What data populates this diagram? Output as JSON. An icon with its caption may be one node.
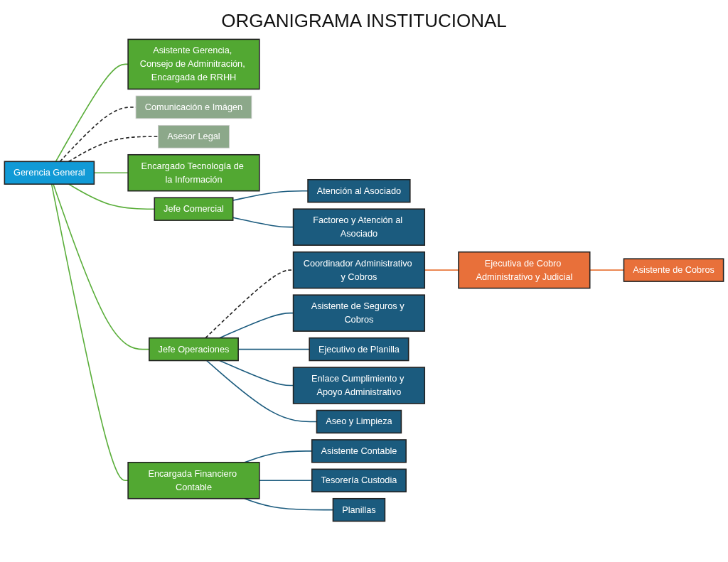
{
  "diagram": {
    "title": "ORGANIGRAMA INSTITUCIONAL",
    "nodes": [
      {
        "text": [
          "Gerencia General"
        ]
      },
      {
        "text": [
          "Asistente Gerencia, Consejo de Adminitración, Encargada de RRHH"
        ]
      },
      {
        "text": [
          "Comunicación e Imágen"
        ]
      },
      {
        "text": [
          "Asesor Legal"
        ]
      },
      {
        "text": [
          "Jefe Comercial"
        ]
      },
      {
        "text": [
          "Jefe Operaciones"
        ]
      },
      {
        "text": [
          "Encargada Financiero Contable"
        ]
      },
      {
        "text": [
          "Encargado Tecnología de la Información"
        ]
      },
      {
        "text": [
          "Atención al Asociado"
        ]
      },
      {
        "text": [
          "Factoreo y Atención al Asociado"
        ]
      },
      {
        "text": [
          "Coordinador Administrativo y Cobros"
        ]
      },
      {
        "text": [
          "Ejecutiva de Cobro Administrativo y Judicial"
        ]
      },
      {
        "text": [
          "Asistente de Cobros"
        ]
      },
      {
        "text": [
          "Asistente de Seguros y Cobros"
        ]
      },
      {
        "text": [
          "Ejecutivo de Planilla"
        ]
      },
      {
        "text": [
          "Enlace Cumplimiento y Apoyo Administrativo"
        ]
      },
      {
        "text": [
          "Aseo y Limpieza"
        ]
      },
      {
        "text": [
          "Asistente Contable"
        ]
      },
      {
        "text": [
          "Tesorería Custodia"
        ]
      },
      {
        "text": [
          "Planillas"
        ]
      }
    ],
    "edges": [
      {
        "from": 0,
        "to": 1,
        "arrow": "none",
        "color": "#5aae3a"
      },
      {
        "from": 0,
        "to": 2,
        "arrow": "none",
        "style": "dashed",
        "color": "#222222"
      },
      {
        "from": 0,
        "to": 3,
        "arrow": "none",
        "style": "dashed",
        "color": "#222222"
      },
      {
        "from": 0,
        "to": 4,
        "arrow": "none",
        "color": "#5aae3a"
      },
      {
        "from": 0,
        "to": 5,
        "arrow": "none",
        "color": "#5aae3a"
      },
      {
        "from": 0,
        "to": 6,
        "arrow": "none",
        "color": "#5aae3a"
      },
      {
        "from": 0,
        "to": 7,
        "arrow": "none",
        "color": "#5aae3a"
      },
      {
        "from": 4,
        "to": 8,
        "arrow": "none"
      },
      {
        "from": 4,
        "to": 9,
        "arrow": "none"
      },
      {
        "from": 5,
        "to": 10,
        "arrow": "none",
        "style": "dashed",
        "color": "#222222"
      },
      {
        "from": 10,
        "to": 11,
        "arrow": "none",
        "color": "#e8773a"
      },
      {
        "from": 11,
        "to": 12,
        "arrow": "none",
        "color": "#e8773a"
      },
      {
        "from": 5,
        "to": 13,
        "arrow": "none"
      },
      {
        "from": 5,
        "to": 14,
        "arrow": "none"
      },
      {
        "from": 5,
        "to": 15,
        "arrow": "none"
      },
      {
        "from": 5,
        "to": 16,
        "arrow": "none"
      },
      {
        "from": 6,
        "to": 17,
        "arrow": "none"
      },
      {
        "from": 6,
        "to": 18,
        "arrow": "none"
      },
      {
        "from": 6,
        "to": 19,
        "arrow": "none"
      }
    ]
  }
}
